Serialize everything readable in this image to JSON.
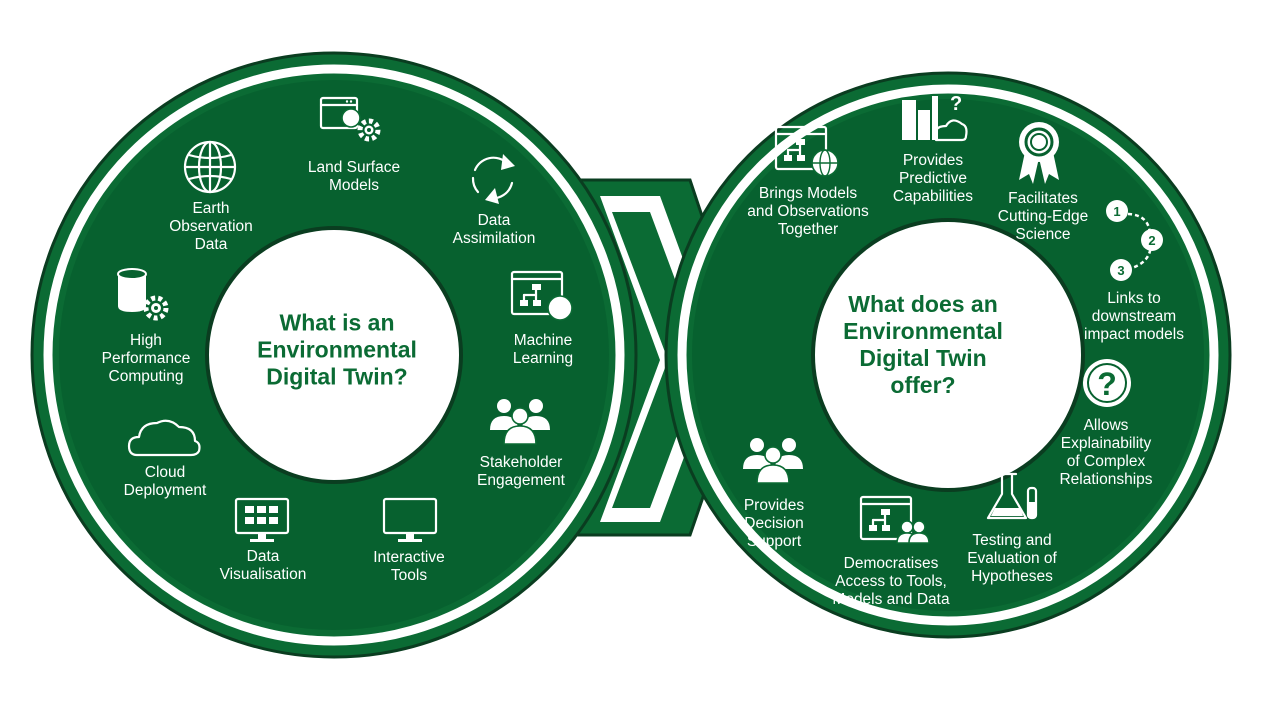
{
  "colors": {
    "dark_green": "#0b6b34",
    "ring_green": "#07612f",
    "outline": "#0a3d20",
    "white": "#ffffff"
  },
  "left": {
    "question": "What is an\nEnvironmental\nDigital Twin?",
    "items": [
      {
        "label": "Land Surface\nModels",
        "icon": "browser-globe-gear-icon"
      },
      {
        "label": "Data\nAssimilation",
        "icon": "recycle-arrows-icon"
      },
      {
        "label": "Machine\nLearning",
        "icon": "browser-network-icon"
      },
      {
        "label": "Stakeholder\nEngagement",
        "icon": "people-group-icon"
      },
      {
        "label": "Interactive\nTools",
        "icon": "monitor-icon"
      },
      {
        "label": "Data\nVisualisation",
        "icon": "dashboard-monitor-icon"
      },
      {
        "label": "Cloud\nDeployment",
        "icon": "cloud-icon"
      },
      {
        "label": "High\nPerformance\nComputing",
        "icon": "database-gear-icon"
      },
      {
        "label": "Earth\nObservation\nData",
        "icon": "globe-icon"
      }
    ]
  },
  "right": {
    "question": "What does an\nEnvironmental\nDigital Twin\noffer?",
    "items": [
      {
        "label": "Brings Models\nand Observations\nTogether",
        "icon": "browser-network-globe-icon"
      },
      {
        "label": "Provides\nPredictive\nCapabilities",
        "icon": "city-question-icon"
      },
      {
        "label": "Facilitates\nCutting-Edge\nScience",
        "icon": "award-ribbon-icon"
      },
      {
        "label": "Links to\ndownstream\nimpact models",
        "icon": "numbered-steps-icon",
        "steps": [
          "1",
          "2",
          "3"
        ]
      },
      {
        "label": "Allows\nExplainability\nof Complex\nRelationships",
        "icon": "question-circle-icon",
        "glyph": "?"
      },
      {
        "label": "Testing and\nEvaluation of\nHypotheses",
        "icon": "lab-flask-icon"
      },
      {
        "label": "Democratises\nAccess to Tools,\nModels and Data",
        "icon": "browser-network-people-icon"
      },
      {
        "label": "Provides\nDecision\nSupport",
        "icon": "people-group-icon"
      }
    ]
  }
}
